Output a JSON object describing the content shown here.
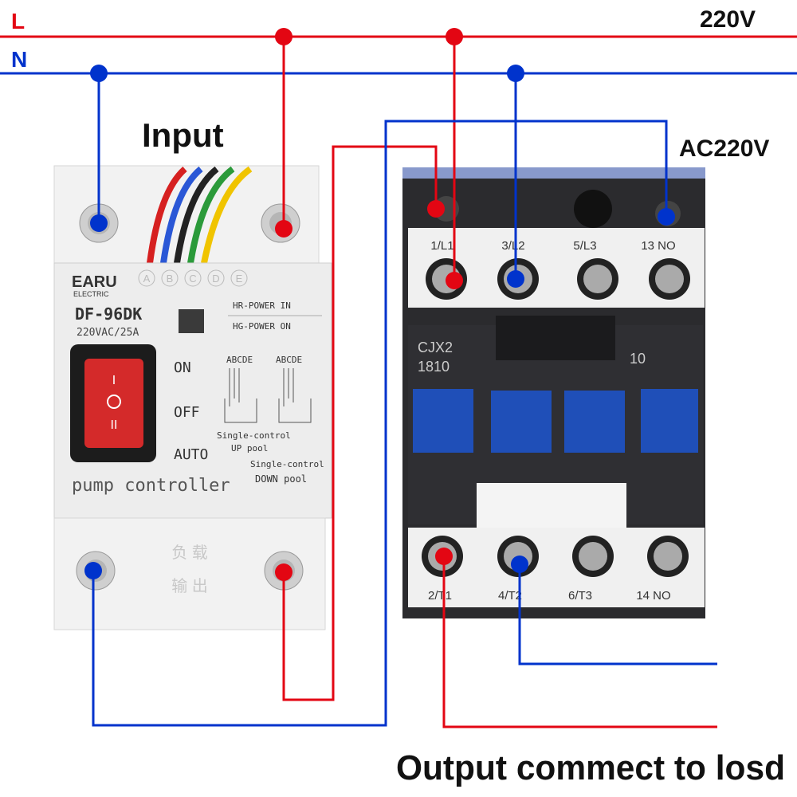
{
  "lines": {
    "L": {
      "label": "L",
      "color": "#e30613"
    },
    "N": {
      "label": "N",
      "color": "#0033cc"
    },
    "voltage": "220V"
  },
  "labels": {
    "input": "Input",
    "coil_voltage": "AC220V",
    "output": "Output commect to losd"
  },
  "controller": {
    "brand": "EARU",
    "brand_sub": "ELECTRIC",
    "wire_letters": [
      "A",
      "B",
      "C",
      "D",
      "E"
    ],
    "model": "DF-96DK",
    "rating": "220VAC/25A",
    "hr_power": "HR-POWER IN",
    "hg_power": "HG-POWER ON",
    "switch_on": "ON",
    "switch_off": "OFF",
    "switch_auto": "AUTO",
    "abcde_left": "ABCDE",
    "abcde_right": "ABCDE",
    "single_up": "Single-control",
    "up_pool": "UP pool",
    "single_down": "Single-control",
    "down_pool": "DOWN pool",
    "title": "pump controller",
    "load_line1": "负 载",
    "load_line2": "输 出"
  },
  "contactor": {
    "top_terminals": [
      "1/L1",
      "3/L2",
      "5/L3",
      "13 NO"
    ],
    "model_line1": "CJX2",
    "model_line2": "1810",
    "aux": "10",
    "bottom_terminals": [
      "2/T1",
      "4/T2",
      "6/T3",
      "14 NO"
    ]
  },
  "colors": {
    "red": "#e30613",
    "blue": "#0033cc",
    "contactor_body": "#2b2b2e",
    "contactor_button": "#1f4fb8",
    "controller_body": "#ededed",
    "switch_red": "#d42a2a"
  }
}
